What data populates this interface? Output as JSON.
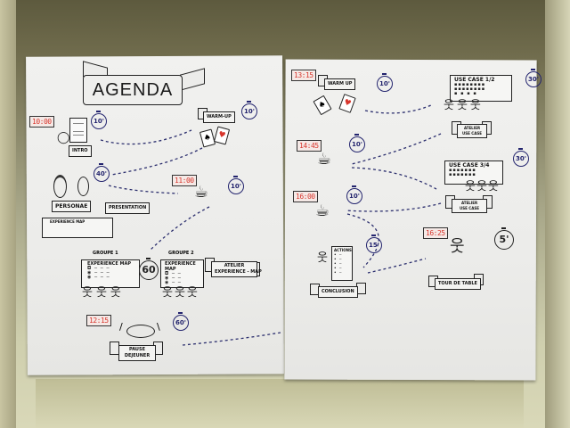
{
  "scene": {
    "description": "Photo of two hand-drawn flipchart sheets taped to a wall showing a workshop agenda",
    "colors": {
      "wall": "#6f6b4c",
      "paper": "#eeeeec",
      "ink": "#1b1b1b",
      "clock_red": "#d8362d",
      "timer_blue": "#23246e"
    }
  },
  "left_sheet": {
    "title": "AGENDA",
    "items": [
      {
        "id": "intro",
        "time": "10:00",
        "duration": "10'",
        "label": "INTRO",
        "icon": "presenter-with-paper-icon"
      },
      {
        "id": "warmup1",
        "time": "",
        "duration": "10'",
        "label": "WARM-UP",
        "icon": "playing-cards-icon",
        "cards": [
          "♠",
          "♥"
        ]
      },
      {
        "id": "persona",
        "time": "",
        "duration": "40'",
        "label": "PERSONAE",
        "icon": "two-faces-icon"
      },
      {
        "id": "presentation",
        "time": "",
        "duration": "",
        "label": "PRESENTATION",
        "icon": ""
      },
      {
        "id": "empathy",
        "label": "EXPERIENCE MAP",
        "icon": "journey-map-icon"
      },
      {
        "id": "coffee1",
        "time": "11:00",
        "duration": "10'",
        "label": "",
        "icon": "coffee-cup-icon"
      },
      {
        "id": "groupe1",
        "title": "GROUPE 1",
        "board_title": "EXPERIENCE MAP",
        "icon": "group-of-three-icon"
      },
      {
        "id": "groupe2",
        "title": "GROUPE 2",
        "board_title": "EXPERIENCE MAP",
        "icon": "group-of-three-icon"
      },
      {
        "id": "atelier1",
        "duration": "60",
        "label_line1": "ATELIER",
        "label_line2": "EXPERIENCE - MAP"
      },
      {
        "id": "lunch",
        "time": "12:15",
        "duration": "60'",
        "label_line1": "PAUSE",
        "label_line2": "DEJEUNER",
        "icon": "plate-and-cutlery-icon"
      }
    ]
  },
  "right_sheet": {
    "items": [
      {
        "id": "warmup2",
        "time": "13:15",
        "duration": "10'",
        "label": "WARM UP",
        "icon": "playing-cards-icon",
        "cards": [
          "♠",
          "♥"
        ]
      },
      {
        "id": "usecase12",
        "board_title": "USE CASE 1/2",
        "duration": "30'",
        "label_line1": "ATELIER",
        "label_line2": "USE CASE"
      },
      {
        "id": "coffee2",
        "time": "14:45",
        "duration": "10'",
        "icon": "coffee-cup-icon"
      },
      {
        "id": "usecase34",
        "board_title": "USE CASE 3/4",
        "duration": "30'",
        "label_line1": "ATELIER",
        "label_line2": "USE CASE"
      },
      {
        "id": "coffee3",
        "time": "16:00",
        "duration": "10'",
        "icon": "coffee-cup-icon"
      },
      {
        "id": "conclusion",
        "time": "",
        "duration": "15'",
        "label": "CONCLUSION",
        "board_title": "ACTIONS",
        "icon": "presenter-with-list-icon"
      },
      {
        "id": "tourdetable",
        "time": "16:25",
        "duration": "5'",
        "label": "TOUR DE TABLE",
        "icon": "waving-person-icon"
      }
    ]
  }
}
